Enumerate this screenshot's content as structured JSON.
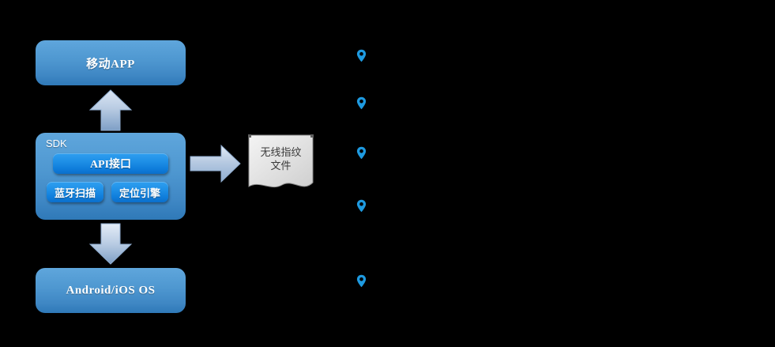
{
  "diagram": {
    "title": "",
    "background_color": "#000000",
    "boxes": {
      "app": {
        "label": "移动APP"
      },
      "os": {
        "label": "Android/iOS OS"
      },
      "sdk": {
        "title": "SDK",
        "modules": [
          {
            "label": "API接口"
          },
          {
            "label": "蓝牙扫描"
          },
          {
            "label": "定位引擎"
          }
        ]
      }
    },
    "document": {
      "line1": "无线指纹",
      "line2": "文件"
    },
    "arrows": [
      {
        "name": "sdk-to-app-arrow",
        "direction": "up"
      },
      {
        "name": "sdk-to-os-arrow",
        "direction": "down"
      },
      {
        "name": "sdk-to-file-arrow",
        "direction": "right"
      }
    ],
    "markers": [
      {
        "icon": "map-pin-icon"
      },
      {
        "icon": "map-pin-icon"
      },
      {
        "icon": "map-pin-icon"
      },
      {
        "icon": "map-pin-icon"
      },
      {
        "icon": "map-pin-icon"
      }
    ],
    "colors": {
      "box_blue_light": "#5fa6dc",
      "box_blue_dark": "#2f79b8",
      "button_blue_light": "#2f9ff0",
      "button_blue_dark": "#0b6fcb",
      "arrow_light": "#dbe6f4",
      "arrow_dark": "#7e9fc6",
      "document_fill": "#e2e2e2",
      "marker_blue": "#1e9ae0",
      "text_white": "#ffffff",
      "text_dark": "#3a3a3a"
    }
  }
}
